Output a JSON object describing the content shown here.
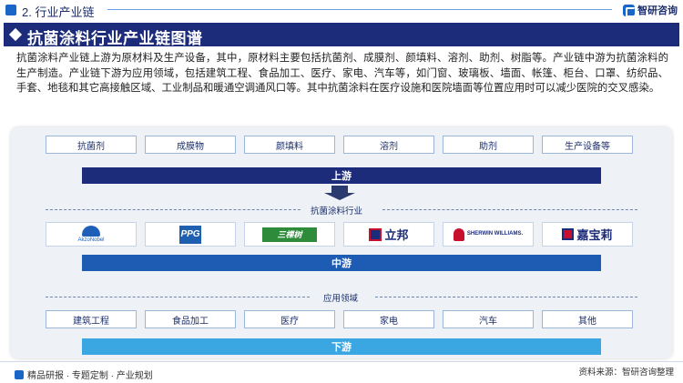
{
  "section_title": "2. 行业产业链",
  "brand": "智研咨询",
  "header_title": "抗菌涂料行业产业链图谱",
  "description": "抗菌涂料产业链上游为原材料及生产设备，其中，原材料主要包括抗菌剂、成膜剂、颜填料、溶剂、助剂、树脂等。产业链中游为抗菌涂料的生产制造。产业链下游为应用领域，包括建筑工程、食品加工、医疗、家电、汽车等，如门窗、玻璃板、墙面、帐篷、柜台、口罩、纺织品、手套、地毯和其它高接触区域、工业制品和暖通空调通风口等。其中抗菌涂料在医疗设施和医院墙面等位置应用时可以减少医院的交叉感染。",
  "upstream": {
    "items": [
      "抗菌剂",
      "成膜物",
      "颜填料",
      "溶剂",
      "助剂",
      "生产设备等"
    ],
    "label": "上游"
  },
  "midstream": {
    "section_label": "抗菌涂料行业",
    "logos": [
      {
        "name": "AkzoNobel",
        "text": "AkzoNobel",
        "icon": "akzonobel-logo"
      },
      {
        "name": "PPG",
        "text": "PPG",
        "icon": "ppg-logo"
      },
      {
        "name": "三棵树",
        "text": "三棵树",
        "icon": "skshu-logo"
      },
      {
        "name": "立邦",
        "text": "立邦",
        "icon": "nippon-logo"
      },
      {
        "name": "Sherwin-Williams",
        "text": "SHERWIN WILLIAMS.",
        "icon": "sherwin-williams-logo"
      },
      {
        "name": "嘉宝莉",
        "text": "嘉宝莉",
        "icon": "carpoly-logo"
      }
    ],
    "label": "中游"
  },
  "downstream": {
    "section_label": "应用领域",
    "items": [
      "建筑工程",
      "食品加工",
      "医疗",
      "家电",
      "汽车",
      "其他"
    ],
    "label": "下游"
  },
  "footer": {
    "left": "精品研报 · 专题定制 · 产业规划",
    "right": "资料来源：智研咨询整理"
  },
  "colors": {
    "navy": "#1d2c7a",
    "blue": "#1e5bb3",
    "light_blue": "#3aa7e2",
    "accent": "#1a66c8"
  }
}
